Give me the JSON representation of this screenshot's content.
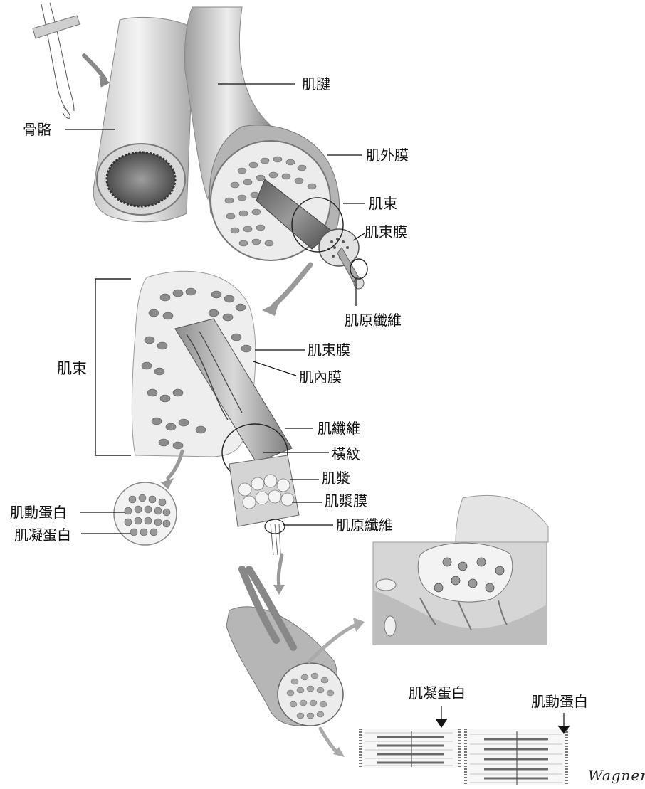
{
  "labels": {
    "tendon": "肌腱",
    "bone": "骨骼",
    "epimysium": "肌外膜",
    "fascicle_top": "肌束",
    "perimysium_top": "肌束膜",
    "myofibril_top": "肌原纖維",
    "fascicle_bracket": "肌束",
    "perimysium_mid": "肌束膜",
    "endomysium": "肌內膜",
    "muscle_fiber": "肌纖維",
    "striation": "橫紋",
    "sarcoplasm": "肌漿",
    "sarcolemma": "肌漿膜",
    "myofibril_mid": "肌原纖維",
    "actin_left": "肌動蛋白",
    "myosin_left": "肌凝蛋白",
    "myosin_bottom": "肌凝蛋白",
    "actin_bottom": "肌動蛋白"
  },
  "signature": "Wagner",
  "colors": {
    "ink": "#111111",
    "tissue_light": "#e6e6e6",
    "tissue_mid": "#bdbdbd",
    "tissue_dark": "#6e6e6e"
  }
}
